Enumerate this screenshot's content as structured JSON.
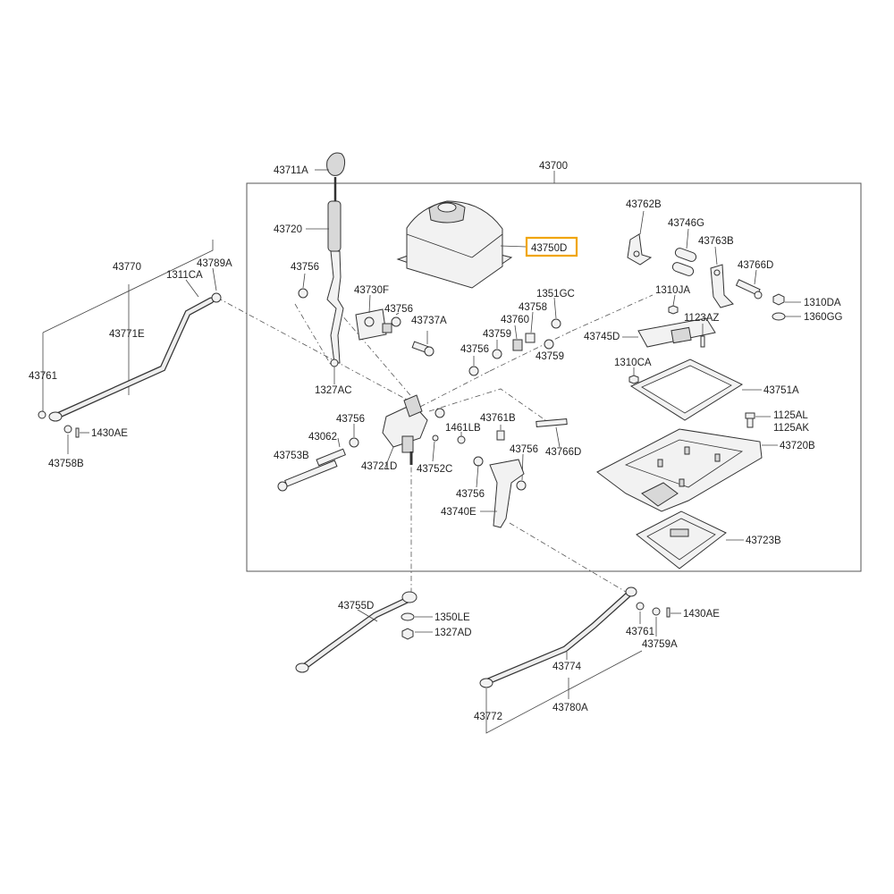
{
  "highlight": {
    "color": "#f0a500",
    "part": "43750D"
  },
  "labels": {
    "l43700": "43700",
    "l43711A": "43711A",
    "l43720": "43720",
    "l43756a": "43756",
    "l43730F": "43730F",
    "l43756b": "43756",
    "l43737A": "43737A",
    "l1327AC": "1327AC",
    "l43750D": "43750D",
    "l1351GC": "1351GC",
    "l43758": "43758",
    "l43760": "43760",
    "l43759a": "43759",
    "l43756c": "43756",
    "l43759b": "43759",
    "l43762B": "43762B",
    "l43746G": "43746G",
    "l43763B": "43763B",
    "l43766Da": "43766D",
    "l1310JA": "1310JA",
    "l1310DA": "1310DA",
    "l1360GG": "1360GG",
    "l43745D": "43745D",
    "l1123AZ": "1123AZ",
    "l1310CA": "1310CA",
    "l43751A": "43751A",
    "l1125AL": "1125AL",
    "l1125AK": "1125AK",
    "l43720B": "43720B",
    "l43723B": "43723B",
    "l43770": "43770",
    "l43789A": "43789A",
    "l1311CA": "1311CA",
    "l43771E": "43771E",
    "l43761a": "43761",
    "l1430AEa": "1430AE",
    "l43758B": "43758B",
    "l43756d": "43756",
    "l43062": "43062",
    "l43753B": "43753B",
    "l43721D": "43721D",
    "l1461LB": "1461LB",
    "l43752C": "43752C",
    "l43761B": "43761B",
    "l43756e": "43756",
    "l43766Db": "43766D",
    "l43756f": "43756",
    "l43740E": "43740E",
    "l43755D": "43755D",
    "l1350LE": "1350LE",
    "l1327AD": "1327AD",
    "l1430AEb": "1430AE",
    "l43761b": "43761",
    "l43759A": "43759A",
    "l43774": "43774",
    "l43772": "43772",
    "l43780A": "43780A"
  }
}
